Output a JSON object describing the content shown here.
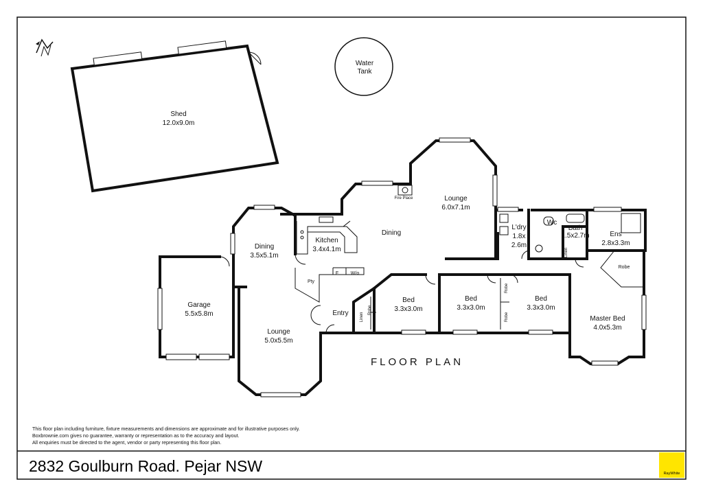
{
  "address": "2832 Goulburn Road. Pejar NSW",
  "plan_title": "FLOOR PLAN",
  "brand": "RayWhite",
  "brand_color": "#ffe500",
  "disclaimer": [
    "This floor plan including furniture, fixture measurements and dimensions are approximate and for illustrative purposes only.",
    "Boxbrownie.com gives no guarantee, warranty or representation as to the accuracy and layout.",
    "All enquiries must be directed to the agent, vendor or party representing this floor plan."
  ],
  "north_icon": "north-arrow-icon",
  "rooms": {
    "shed": {
      "name": "Shed",
      "size": "12.0x9.0m"
    },
    "water_tank": {
      "line1": "Water",
      "line2": "Tank"
    },
    "garage": {
      "name": "Garage",
      "size": "5.5x5.8m"
    },
    "dining_left": {
      "name": "Dining",
      "size": "3.5x5.1m"
    },
    "kitchen": {
      "name": "Kitchen",
      "size": "3.4x4.1m"
    },
    "dining_main": {
      "name": "Dining"
    },
    "lounge_top": {
      "name": "Lounge",
      "size": "6.0x7.1m"
    },
    "fire_place": {
      "name": "Fire Place"
    },
    "lounge_left": {
      "name": "Lounge",
      "size": "5.0x5.5m"
    },
    "pantry": {
      "name": "Pty"
    },
    "fridge": {
      "name": "F"
    },
    "walk_in": {
      "name": "W/o"
    },
    "entry": {
      "name": "Entry"
    },
    "linen1": {
      "name": "Linen"
    },
    "robe1": {
      "name": "Robe"
    },
    "bed1": {
      "name": "Bed",
      "size": "3.3x3.0m"
    },
    "bed2": {
      "name": "Bed",
      "size": "3.3x3.0m"
    },
    "robe2": {
      "name": "Robe"
    },
    "robe3": {
      "name": "Robe"
    },
    "bed3": {
      "name": "Bed",
      "size": "3.3x3.0m"
    },
    "laundry": {
      "name": "L'dry",
      "size1": "1.8x",
      "size2": "2.6m"
    },
    "wc": {
      "name": "Wc"
    },
    "bath": {
      "name": "Bath",
      "size": "1.5x2.7m"
    },
    "linen2": {
      "name": "Linen"
    },
    "ensuite": {
      "name": "Ens",
      "size": "2.8x3.3m"
    },
    "robe4": {
      "name": "Robe"
    },
    "master_bed": {
      "name": "Master Bed",
      "size": "4.0x5.3m"
    }
  }
}
